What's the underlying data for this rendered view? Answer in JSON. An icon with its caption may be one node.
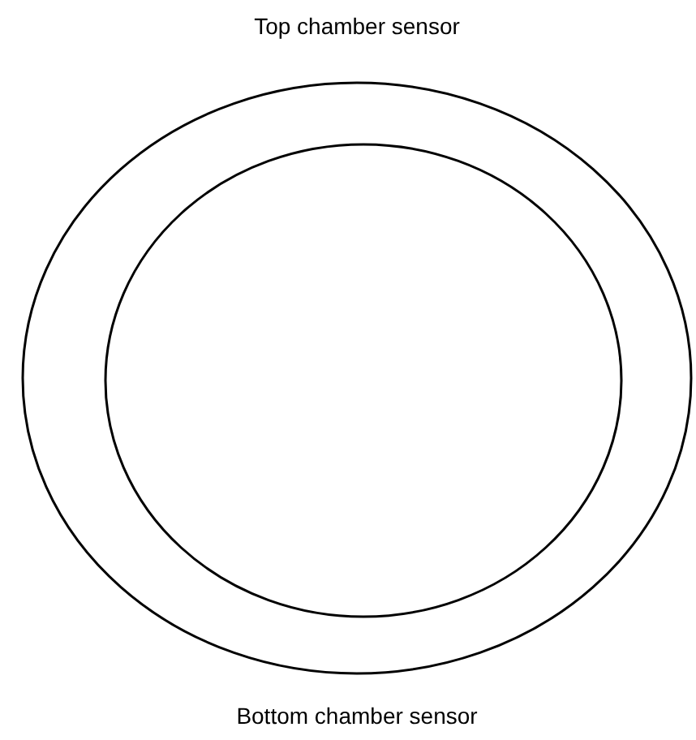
{
  "diagram": {
    "nodes": [
      {
        "text": [
          "Top chamber sensor",
          "Bottom chamber sensor"
        ]
      },
      {
        "text": [],
        "shape": "circle",
        "in": 0
      }
    ],
    "edges": []
  }
}
